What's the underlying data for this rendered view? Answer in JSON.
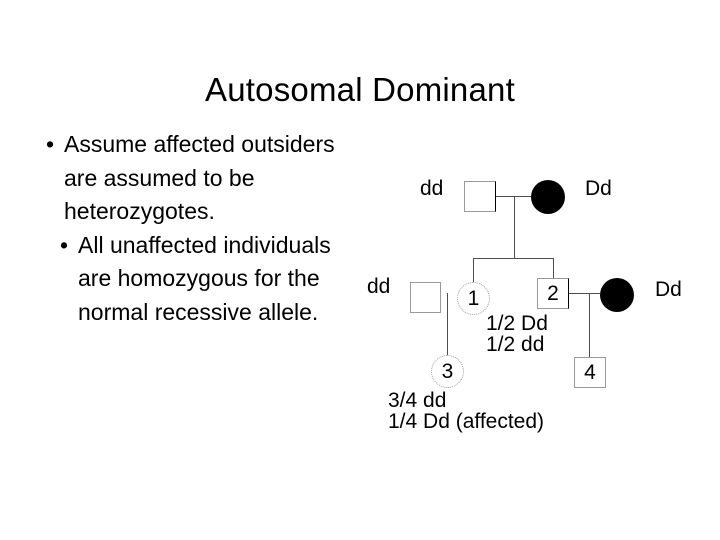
{
  "slide": {
    "title": "Autosomal Dominant",
    "background_color": "#ffffff",
    "text_color": "#000000"
  },
  "bullets": [
    {
      "marker": "•",
      "text": "Assume affected outsiders are assumed to be heterozygotes.",
      "level": 1
    },
    {
      "marker": "•",
      "text": "All unaffected individuals are homozygous for the normal recessive allele.",
      "level": 2
    }
  ],
  "pedigree": {
    "symbol_fill_affected": "#000000",
    "symbol_stroke": "#999999",
    "line_color": "#4d4d4d",
    "generation1": {
      "father_genotype": "dd",
      "father_shape": "square-open",
      "mother_genotype": "Dd",
      "mother_shape": "circle-filled"
    },
    "generation2": {
      "outsider_genotype": "dd",
      "outsider_shape": "square-open",
      "child1_label": "1",
      "child1_shape": "circle-open",
      "child1_probabilities": [
        "1/2 Dd",
        "1/2 dd"
      ],
      "child2_label": "2",
      "child2_shape": "square-open",
      "spouse_genotype": "Dd",
      "spouse_shape": "circle-filled"
    },
    "generation3": {
      "child3_label": "3",
      "child3_shape": "circle-open",
      "child3_probabilities": [
        "3/4 dd",
        "1/4 Dd (affected)"
      ],
      "child4_label": "4",
      "child4_shape": "square-open"
    }
  }
}
